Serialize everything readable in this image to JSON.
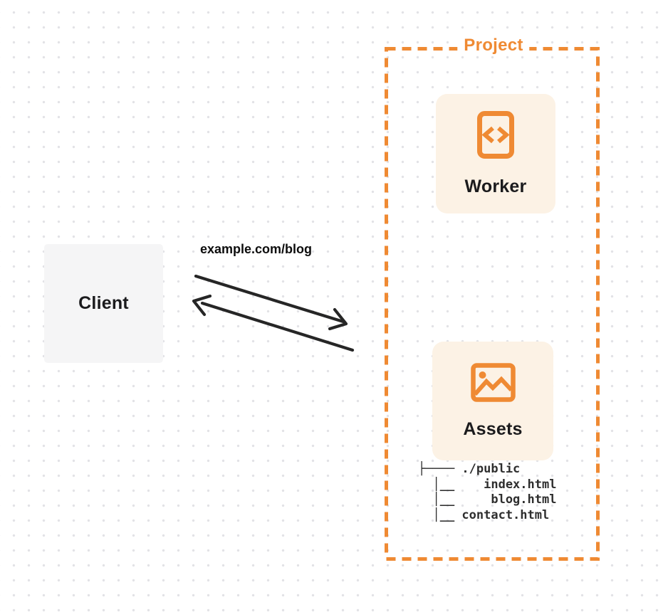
{
  "colors": {
    "accent": "#EF8A33",
    "card-bg": "#FCF2E5",
    "client-bg": "#F5F5F6",
    "ink": "#1B1B1D",
    "arrow": "#262626",
    "dot": "#E2E2E6",
    "tree-ink": "#2E2E2E"
  },
  "project": {
    "label": "Project"
  },
  "worker": {
    "label": "Worker",
    "icon": "code-brackets-document"
  },
  "assets": {
    "label": "Assets",
    "icon": "image-picture",
    "tree_text": "├──── ./public\n  │__    index.html\n  │__     blog.html\n  │__ contact.html"
  },
  "client": {
    "label": "Client"
  },
  "request": {
    "url_label": "example.com/blog"
  }
}
